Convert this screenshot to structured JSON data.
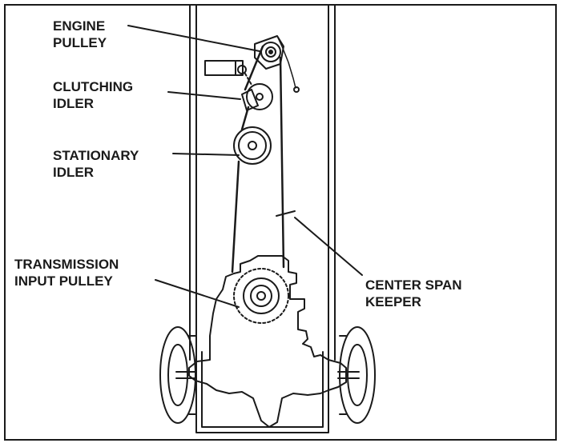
{
  "labels": {
    "engine_pulley": [
      "ENGINE",
      "PULLEY"
    ],
    "clutching_idler": [
      "CLUTCHING",
      "IDLER"
    ],
    "stationary_idler": [
      "STATIONARY",
      "IDLER"
    ],
    "transmission_input_pulley": [
      "TRANSMISSION",
      "INPUT PULLEY"
    ],
    "center_span_keeper": [
      "CENTER SPAN",
      "KEEPER"
    ]
  },
  "colors": {
    "ink": "#1a1a1a",
    "background": "#ffffff"
  }
}
